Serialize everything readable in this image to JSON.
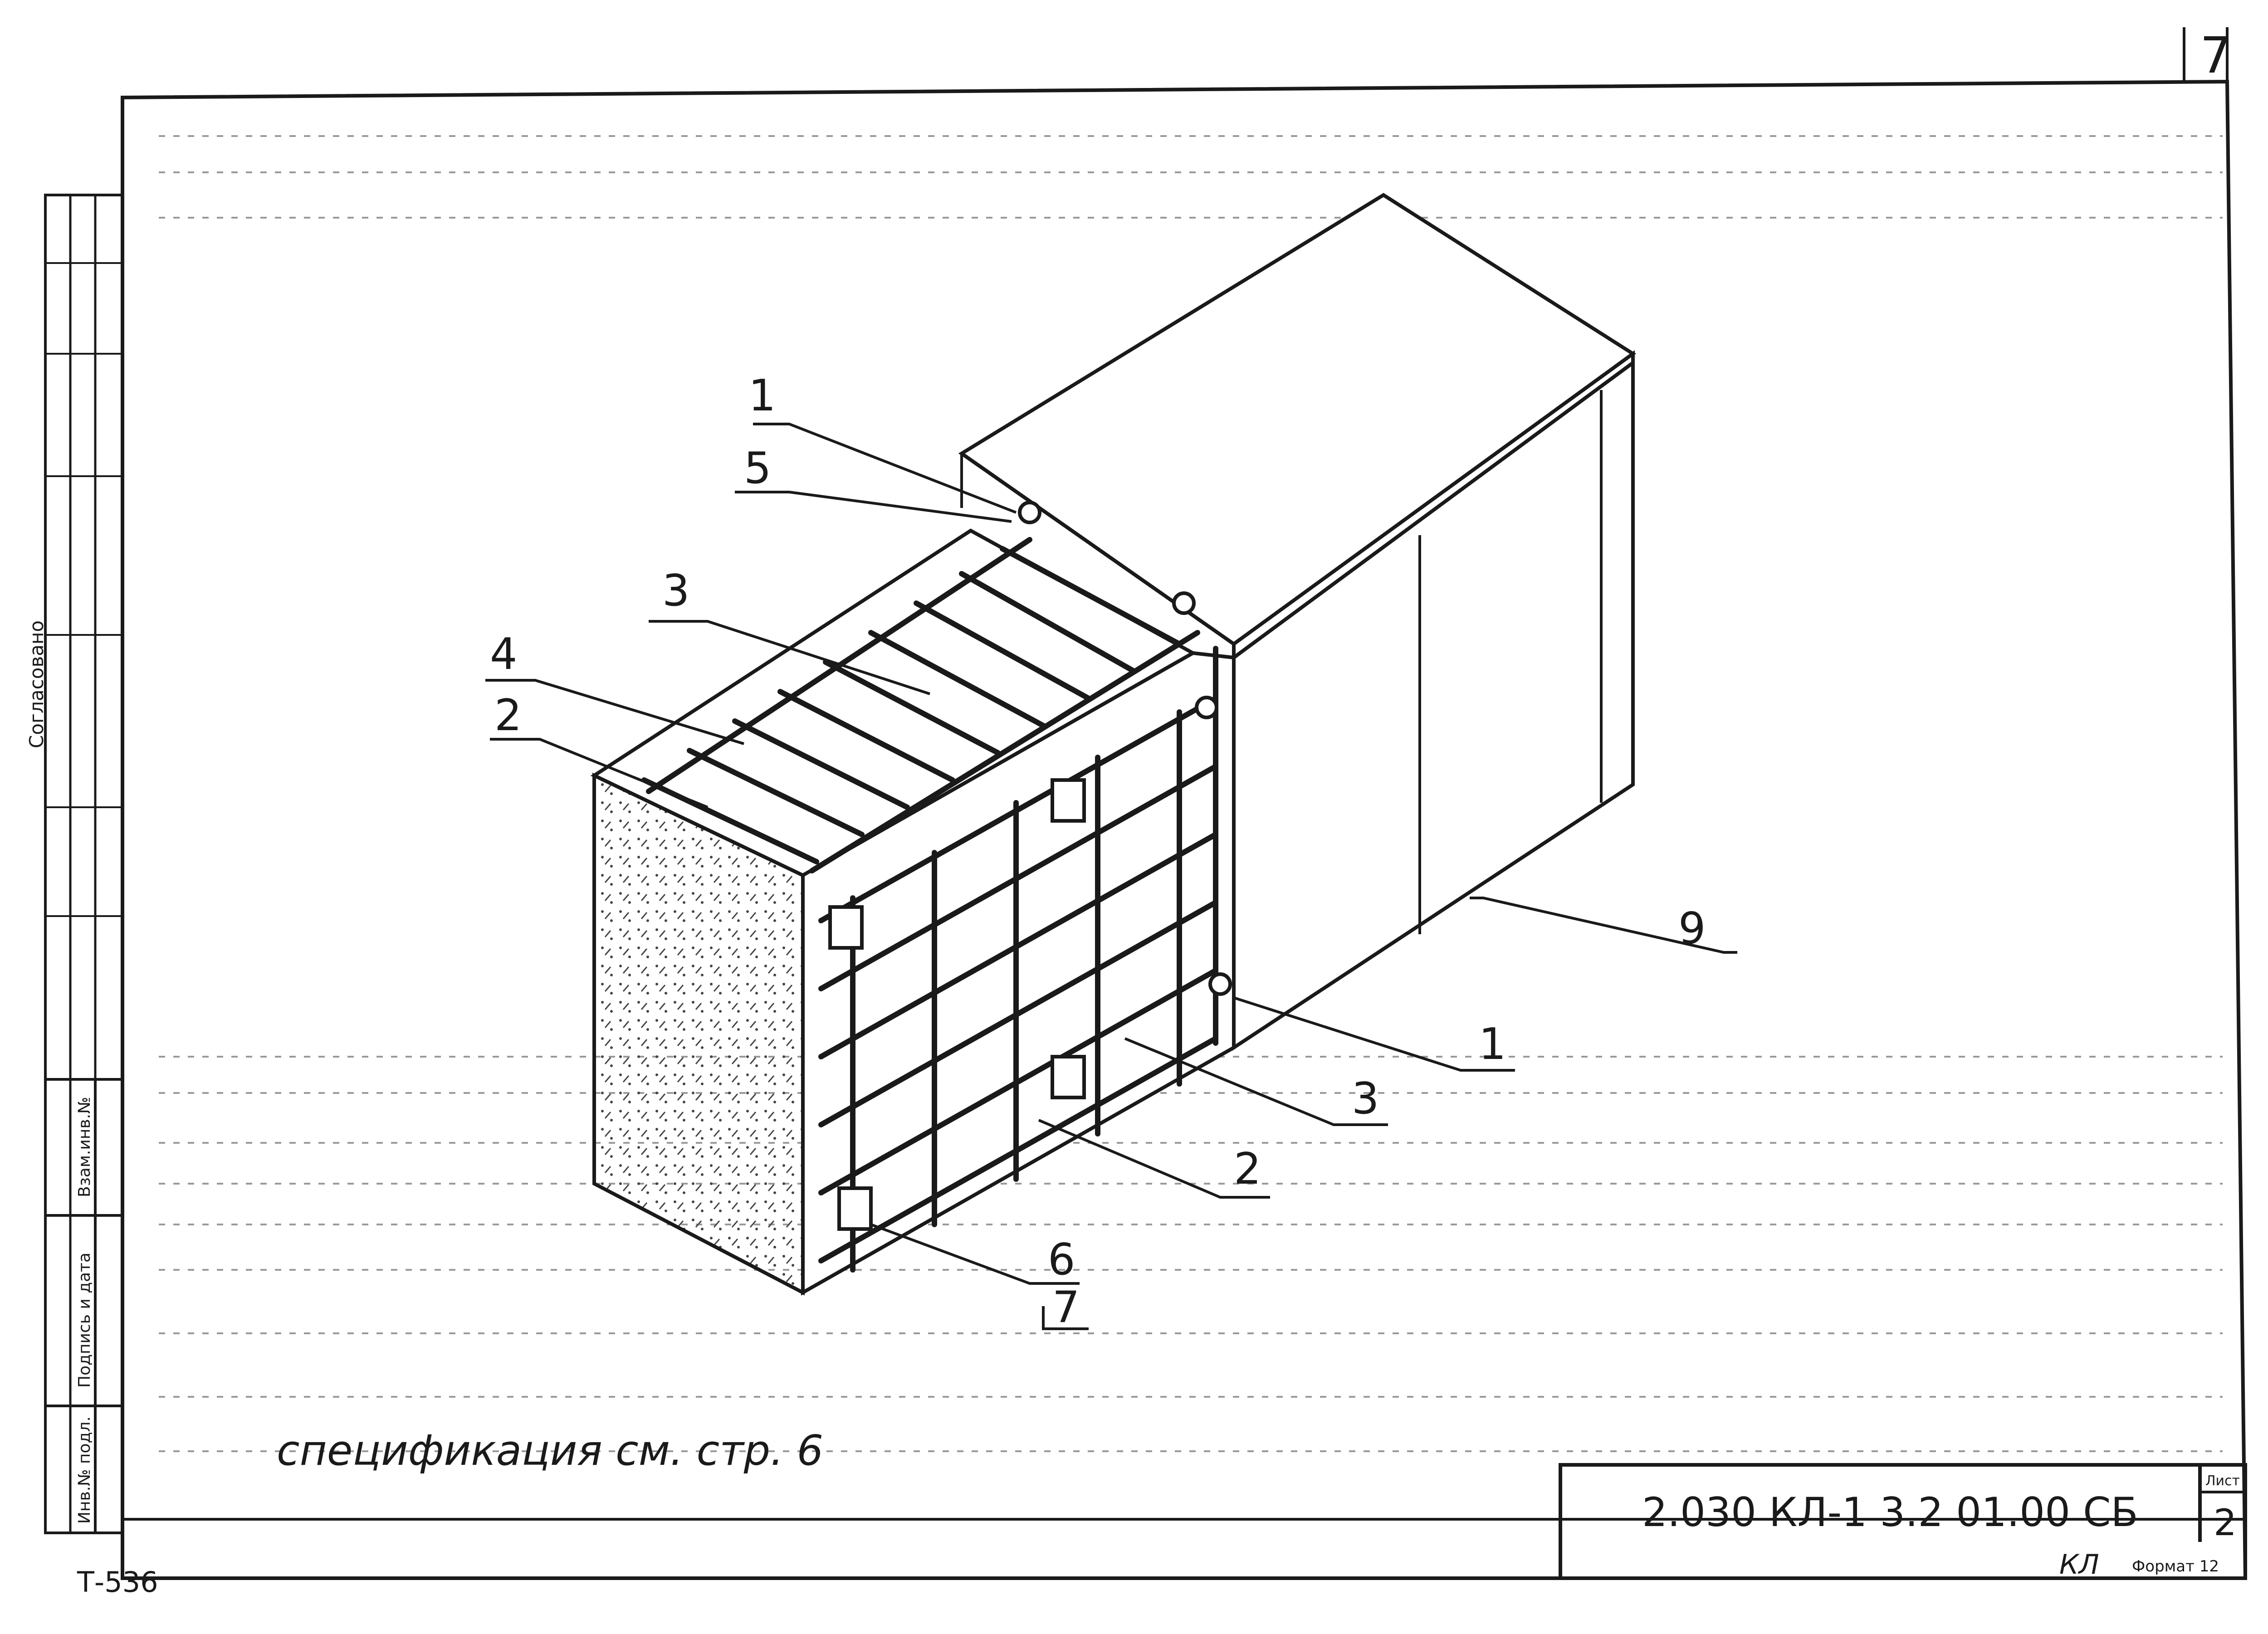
{
  "sheet_number_corner": "7",
  "left_strip": {
    "approval_label": "Согласовано",
    "cells": [
      "Взам.инв.№",
      "Подпись и дата",
      "Инв.№ подл."
    ]
  },
  "callouts": {
    "c1_top": "1",
    "c5": "5",
    "c3_top": "3",
    "c4": "4",
    "c2_left": "2",
    "c9": "9",
    "c1_right": "1",
    "c3_right": "3",
    "c2_right": "2",
    "c6": "6",
    "c7": "7"
  },
  "specification_note": "спецификация см. стр. 6",
  "title_block": {
    "designation": "2.030 КЛ-1 3.2 01.00 СБ",
    "sheet_label": "Лист",
    "sheet_value": "2"
  },
  "archive_code": "Т-536",
  "initials": "КЛ",
  "format_label": "Формат 12",
  "colors": {
    "ink": "#1a1a1a",
    "paper": "#ffffff",
    "hatch": "#555555"
  }
}
